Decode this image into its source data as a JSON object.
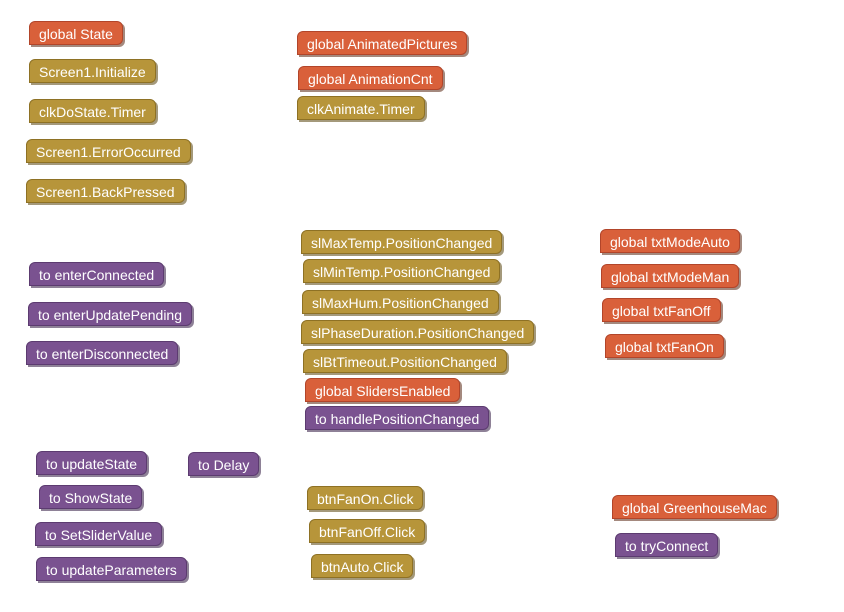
{
  "colors": {
    "global": "#d9603a",
    "event": "#b7953a",
    "procedure": "#7a5290",
    "background": "#ffffff"
  },
  "blocks": {
    "global_state": "global State",
    "screen1_initialize": "Screen1.Initialize",
    "clkdostate_timer": "clkDoState.Timer",
    "screen1_error": "Screen1.ErrorOccurred",
    "screen1_back": "Screen1.BackPressed",
    "global_animated_pictures": "global AnimatedPictures",
    "global_animation_cnt": "global AnimationCnt",
    "clkanimate_timer": "clkAnimate.Timer",
    "to_enter_connected": "to enterConnected",
    "to_enter_update_pending": "to enterUpdatePending",
    "to_enter_disconnected": "to enterDisconnected",
    "slmaxtemp_changed": "slMaxTemp.PositionChanged",
    "slmintemp_changed": "slMinTemp.PositionChanged",
    "slmaxhum_changed": "slMaxHum.PositionChanged",
    "slphaseduration_changed": "slPhaseDuration.PositionChanged",
    "slbttimeout_changed": "slBtTimeout.PositionChanged",
    "global_sliders_enabled": "global SlidersEnabled",
    "to_handle_position_changed": "to handlePositionChanged",
    "global_txt_mode_auto": "global txtModeAuto",
    "global_txt_mode_man": "global txtModeMan",
    "global_txt_fan_off": "global txtFanOff",
    "global_txt_fan_on": "global txtFanOn",
    "to_update_state": "to updateState",
    "to_delay": "to Delay",
    "to_show_state": "to ShowState",
    "to_set_slider_value": "to SetSliderValue",
    "to_update_parameters": "to updateParameters",
    "btnfanon_click": "btnFanOn.Click",
    "btnfanoff_click": "btnFanOff.Click",
    "btnauto_click": "btnAuto.Click",
    "global_greenhouse_mac": "global GreenhouseMac",
    "to_try_connect": "to tryConnect"
  }
}
